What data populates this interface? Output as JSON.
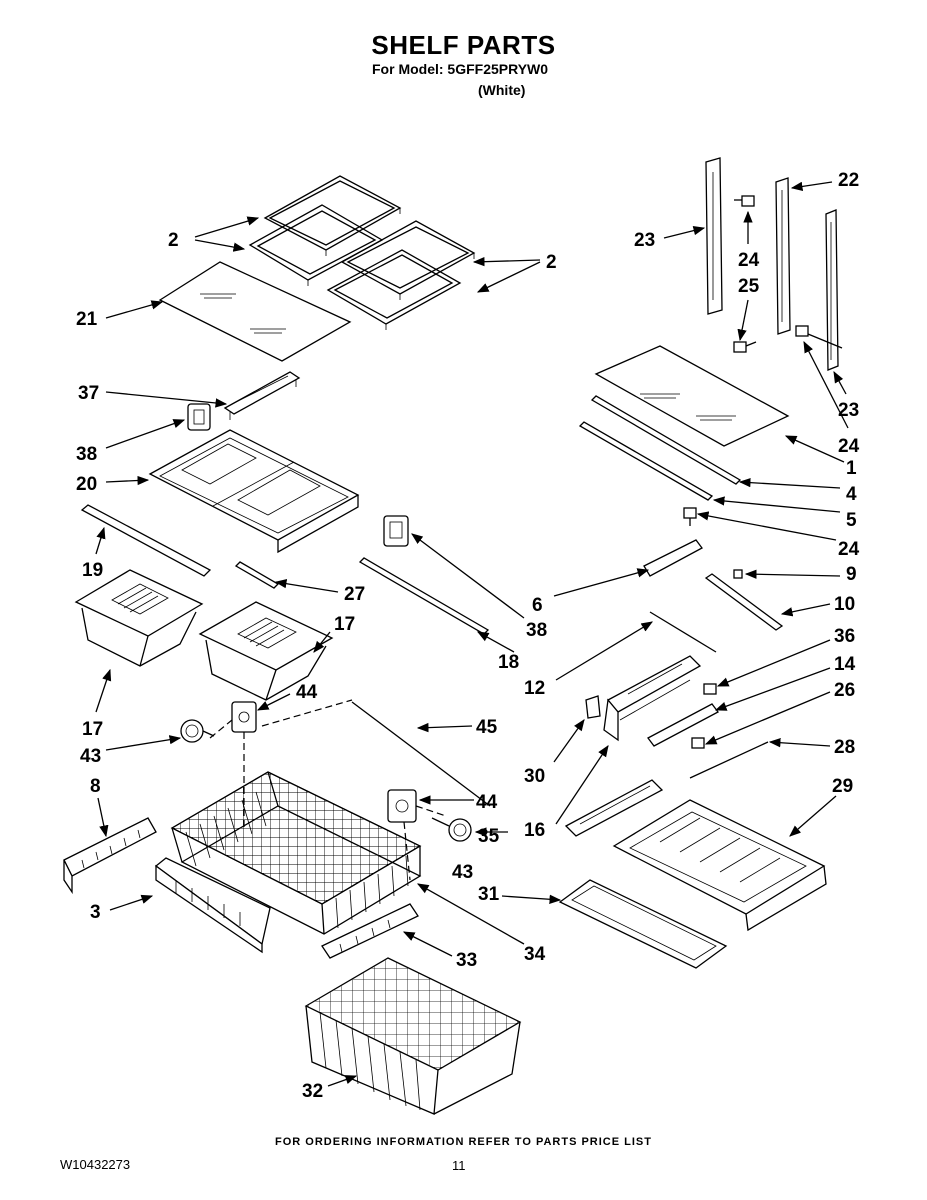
{
  "header": {
    "title": "SHELF PARTS",
    "model_line": "For Model: 5GFF25PRYW0",
    "color_line": "(White)"
  },
  "footer": {
    "ordering_note": "FOR ORDERING INFORMATION REFER TO PARTS PRICE LIST",
    "doc_number": "W10432273",
    "page_number": "11"
  },
  "callouts": {
    "c2a": "2",
    "c2b": "2",
    "c21": "21",
    "c37": "37",
    "c38a": "38",
    "c20": "20",
    "c19": "19",
    "c27": "27",
    "c17a": "17",
    "c17b": "17",
    "c44a": "44",
    "c43a": "43",
    "c45": "45",
    "c8": "8",
    "c44b": "44",
    "c35": "35",
    "c43b": "43",
    "c3": "3",
    "c33": "33",
    "c34": "34",
    "c32": "32",
    "c31": "31",
    "c29": "29",
    "c16": "16",
    "c30": "30",
    "c28": "28",
    "c26": "26",
    "c14": "14",
    "c36": "36",
    "c12": "12",
    "c18": "18",
    "c38b": "38",
    "c6": "6",
    "c10": "10",
    "c9": "9",
    "c24a": "24",
    "c5": "5",
    "c4": "4",
    "c1": "1",
    "c24b": "24",
    "c23a": "23",
    "c23b": "23",
    "c24c": "24",
    "c25": "25",
    "c22": "22"
  }
}
